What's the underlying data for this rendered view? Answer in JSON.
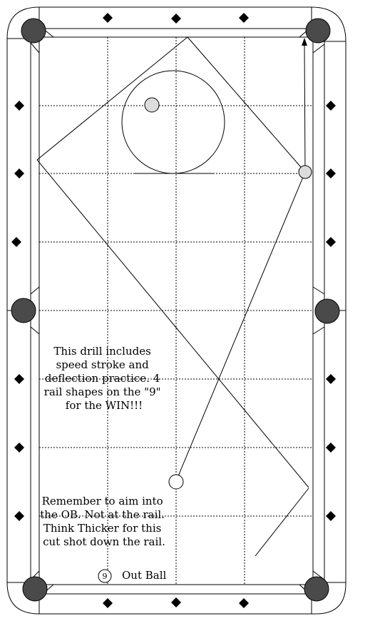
{
  "notes": {
    "drill_lines": [
      "This drill includes",
      "speed stroke and",
      "deflection practice. 4",
      "rail shapes on the \"9\"",
      "for the WIN!!!"
    ],
    "aim_lines": [
      "Remember to aim into",
      "the OB. Not at the rail.",
      "Think Thicker for this",
      "cut shot down the rail."
    ]
  },
  "legend": {
    "ball_number": "9",
    "label": "Out Ball"
  },
  "colors": {
    "pocket": "#4a4a4a",
    "object_ball": "#dcdcdc",
    "cue_ball": "#ffffff",
    "line": "#000000"
  }
}
